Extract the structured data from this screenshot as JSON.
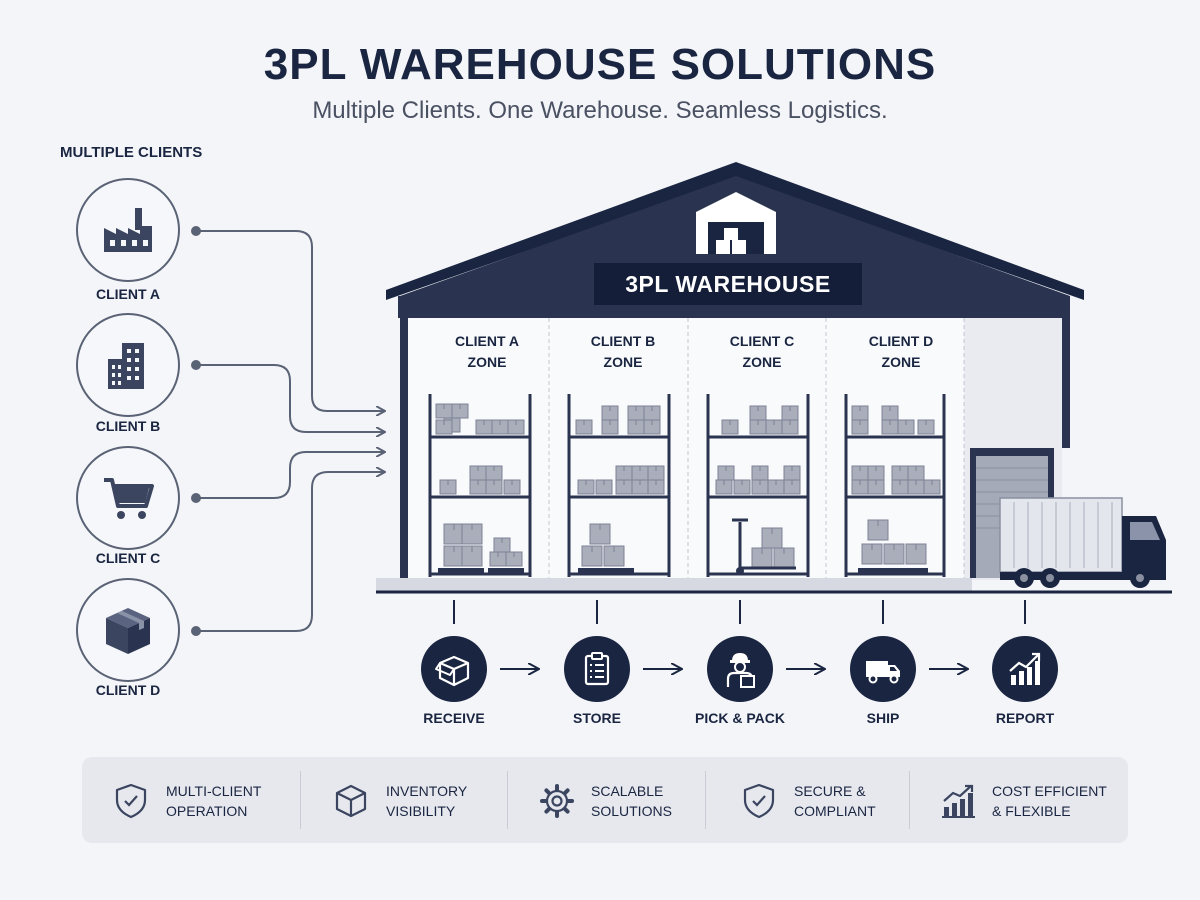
{
  "header": {
    "title": "3PL WAREHOUSE SOLUTIONS",
    "subtitle": "Multiple Clients. One Warehouse. Seamless Logistics."
  },
  "clients": {
    "heading": "MULTIPLE CLIENTS",
    "items": [
      {
        "label": "CLIENT A",
        "icon": "factory-icon"
      },
      {
        "label": "CLIENT B",
        "icon": "office-building-icon"
      },
      {
        "label": "CLIENT C",
        "icon": "shopping-cart-icon"
      },
      {
        "label": "CLIENT D",
        "icon": "package-box-icon"
      }
    ]
  },
  "warehouse": {
    "label": "3PL WAREHOUSE",
    "zones": [
      {
        "line1": "CLIENT A",
        "line2": "ZONE"
      },
      {
        "line1": "CLIENT B",
        "line2": "ZONE"
      },
      {
        "line1": "CLIENT C",
        "line2": "ZONE"
      },
      {
        "line1": "CLIENT D",
        "line2": "ZONE"
      }
    ]
  },
  "process": {
    "steps": [
      {
        "label": "RECEIVE",
        "icon": "open-box-icon"
      },
      {
        "label": "STORE",
        "icon": "clipboard-icon"
      },
      {
        "label": "PICK & PACK",
        "icon": "worker-icon"
      },
      {
        "label": "SHIP",
        "icon": "truck-icon"
      },
      {
        "label": "REPORT",
        "icon": "growth-chart-icon"
      }
    ]
  },
  "features": [
    {
      "line1": "MULTI-CLIENT",
      "line2": "OPERATION",
      "icon": "shield-check-icon"
    },
    {
      "line1": "INVENTORY",
      "line2": "VISIBILITY",
      "icon": "cube-icon"
    },
    {
      "line1": "SCALABLE",
      "line2": "SOLUTIONS",
      "icon": "gear-icon"
    },
    {
      "line1": "SECURE &",
      "line2": "COMPLIANT",
      "icon": "shield-check-icon"
    },
    {
      "line1": "COST EFFICIENT",
      "line2": "& FLEXIBLE",
      "icon": "bar-chart-icon"
    }
  ],
  "colors": {
    "navy": "#1a2541",
    "slate": "#5a6275",
    "background": "#f4f5f8",
    "box": "#a9aeba",
    "feature_bar": "#e6e8ee"
  }
}
